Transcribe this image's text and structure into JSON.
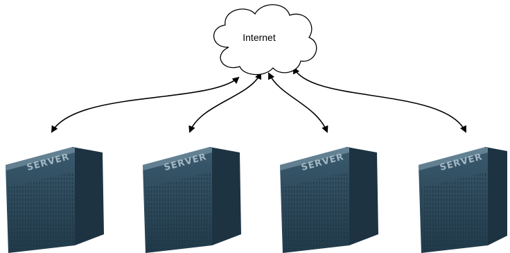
{
  "cloud": {
    "label": "Internet"
  },
  "servers": [
    {
      "label": "SERVER"
    },
    {
      "label": "SERVER"
    },
    {
      "label": "SERVER"
    },
    {
      "label": "SERVER"
    }
  ],
  "colors": {
    "server_front": "#2e4a5c",
    "server_top": "#6f8fa0",
    "server_side": "#1d3342",
    "server_text": "#a3b8c4",
    "arrow": "#000000",
    "cloud_stroke": "#000000",
    "cloud_fill": "#ffffff"
  }
}
